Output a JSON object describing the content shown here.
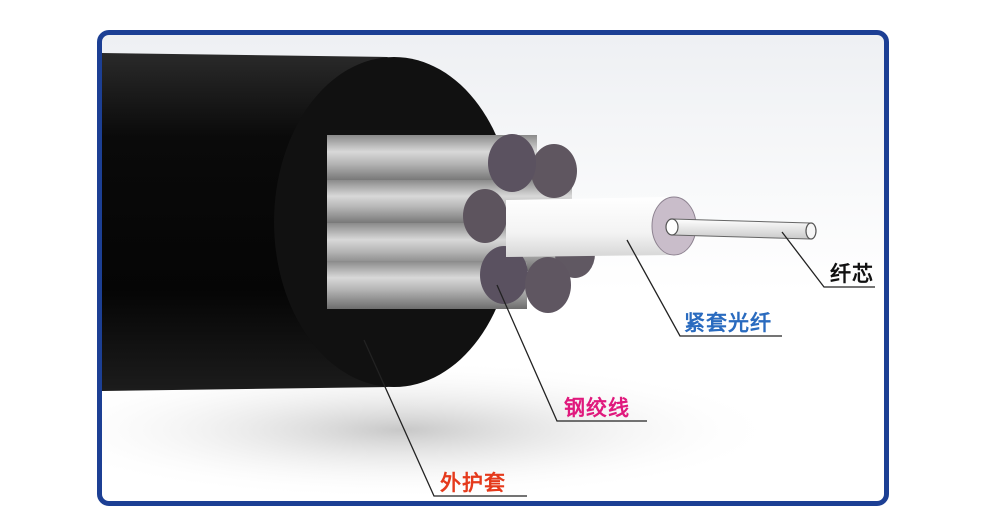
{
  "labels": {
    "fiber_core": {
      "text": "纤芯",
      "color": "#111111"
    },
    "tight_buffer": {
      "text": "紧套光纤",
      "color": "#2a6bbf"
    },
    "steel_strand": {
      "text": "钢绞线",
      "color": "#e0197d"
    },
    "outer_sheath": {
      "text": "外护套",
      "color": "#e53a1c"
    }
  },
  "colors": {
    "frame_border": "#1c3f94",
    "sheath": "#0d0d0d",
    "strand_end": "#5e5560",
    "buffer": "#f5f5f5",
    "core_end": "#c8bcc8"
  }
}
